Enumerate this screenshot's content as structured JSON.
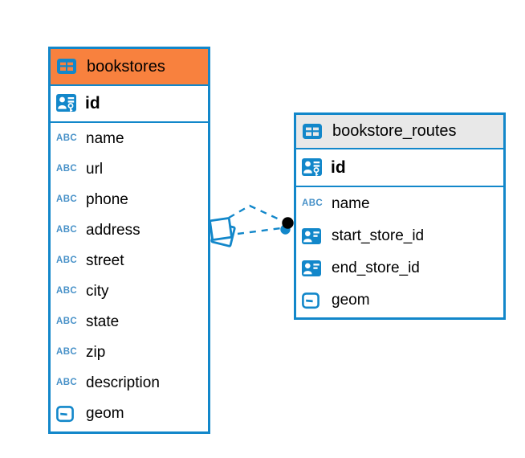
{
  "diagram": {
    "background": "#FFFFFF",
    "accent_color": "#1287CA"
  },
  "icons": {
    "text_type_glyph": "ABC"
  },
  "tables": [
    {
      "name": "bookstores",
      "header_color": "#F8813E",
      "primary_key": {
        "name": "id",
        "type": "key"
      },
      "columns": [
        {
          "name": "name",
          "type": "text"
        },
        {
          "name": "url",
          "type": "text"
        },
        {
          "name": "phone",
          "type": "text"
        },
        {
          "name": "address",
          "type": "text"
        },
        {
          "name": "street",
          "type": "text"
        },
        {
          "name": "city",
          "type": "text"
        },
        {
          "name": "state",
          "type": "text"
        },
        {
          "name": "zip",
          "type": "text"
        },
        {
          "name": "description",
          "type": "text"
        },
        {
          "name": "geom",
          "type": "geometry"
        }
      ]
    },
    {
      "name": "bookstore_routes",
      "header_color": "#E8E8E8",
      "primary_key": {
        "name": "id",
        "type": "key"
      },
      "columns": [
        {
          "name": "name",
          "type": "text"
        },
        {
          "name": "start_store_id",
          "type": "reference"
        },
        {
          "name": "end_store_id",
          "type": "reference"
        },
        {
          "name": "geom",
          "type": "geometry"
        }
      ]
    }
  ],
  "relationship": {
    "from_table": "bookstores",
    "to_table": "bookstore_routes",
    "line_style": "dashed",
    "line_count": 2,
    "color": "#1287CA"
  }
}
